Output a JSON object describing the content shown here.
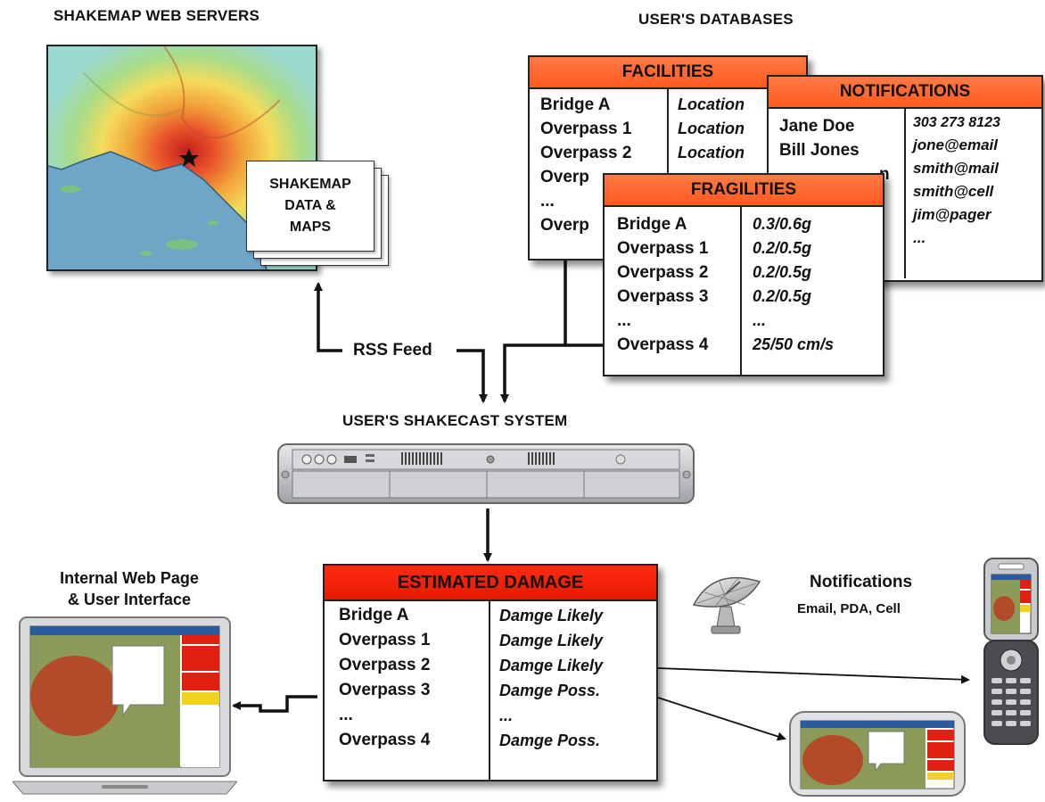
{
  "headings": {
    "web_servers": "SHAKEMAP WEB SERVERS",
    "databases": "USER'S DATABASES",
    "system": "USER'S SHAKECAST SYSTEM",
    "web_page": "Internal Web Page\n& User Interface",
    "notifications": "Notifications",
    "notif_channels": "Email, PDA, Cell"
  },
  "shakemap_data": "SHAKEMAP\nDATA &\nMAPS",
  "rss_feed": "RSS Feed",
  "facilities": {
    "title": "FACILITIES",
    "names": [
      "Bridge A",
      "Overpass 1",
      "Overpass 2",
      "Overp",
      "...",
      "Overp"
    ],
    "locations": [
      "Location",
      "Location",
      "Location"
    ]
  },
  "notifications": {
    "title": "NOTIFICATIONS",
    "names": [
      "Jane Doe",
      "Bill Jones",
      "n"
    ],
    "contacts": [
      "303 273 8123",
      "jone@email",
      "smith@mail",
      "smith@cell",
      "jim@pager",
      "..."
    ]
  },
  "fragilities": {
    "title": "FRAGILITIES",
    "rows": [
      {
        "facility": "Bridge A",
        "value": "0.3/0.6g"
      },
      {
        "facility": "Overpass 1",
        "value": "0.2/0.5g"
      },
      {
        "facility": "Overpass 2",
        "value": "0.2/0.5g"
      },
      {
        "facility": "Overpass 3",
        "value": "0.2/0.5g"
      },
      {
        "facility": "...",
        "value": "..."
      },
      {
        "facility": "Overpass 4",
        "value": "25/50 cm/s"
      }
    ]
  },
  "damage": {
    "title": "ESTIMATED DAMAGE",
    "rows": [
      {
        "facility": "Bridge A",
        "status": "Damge Likely"
      },
      {
        "facility": "Overpass 1",
        "status": "Damge Likely"
      },
      {
        "facility": "Overpass 2",
        "status": "Damge Likely"
      },
      {
        "facility": "Overpass 3",
        "status": "Damge Poss."
      },
      {
        "facility": "...",
        "status": "..."
      },
      {
        "facility": "Overpass 4",
        "status": "Damge Poss."
      }
    ]
  },
  "colors": {
    "header_orange": "#ff6a30",
    "header_red": "#f02000",
    "ocean": "#6fa6c8",
    "land_high": "#d8301a"
  }
}
